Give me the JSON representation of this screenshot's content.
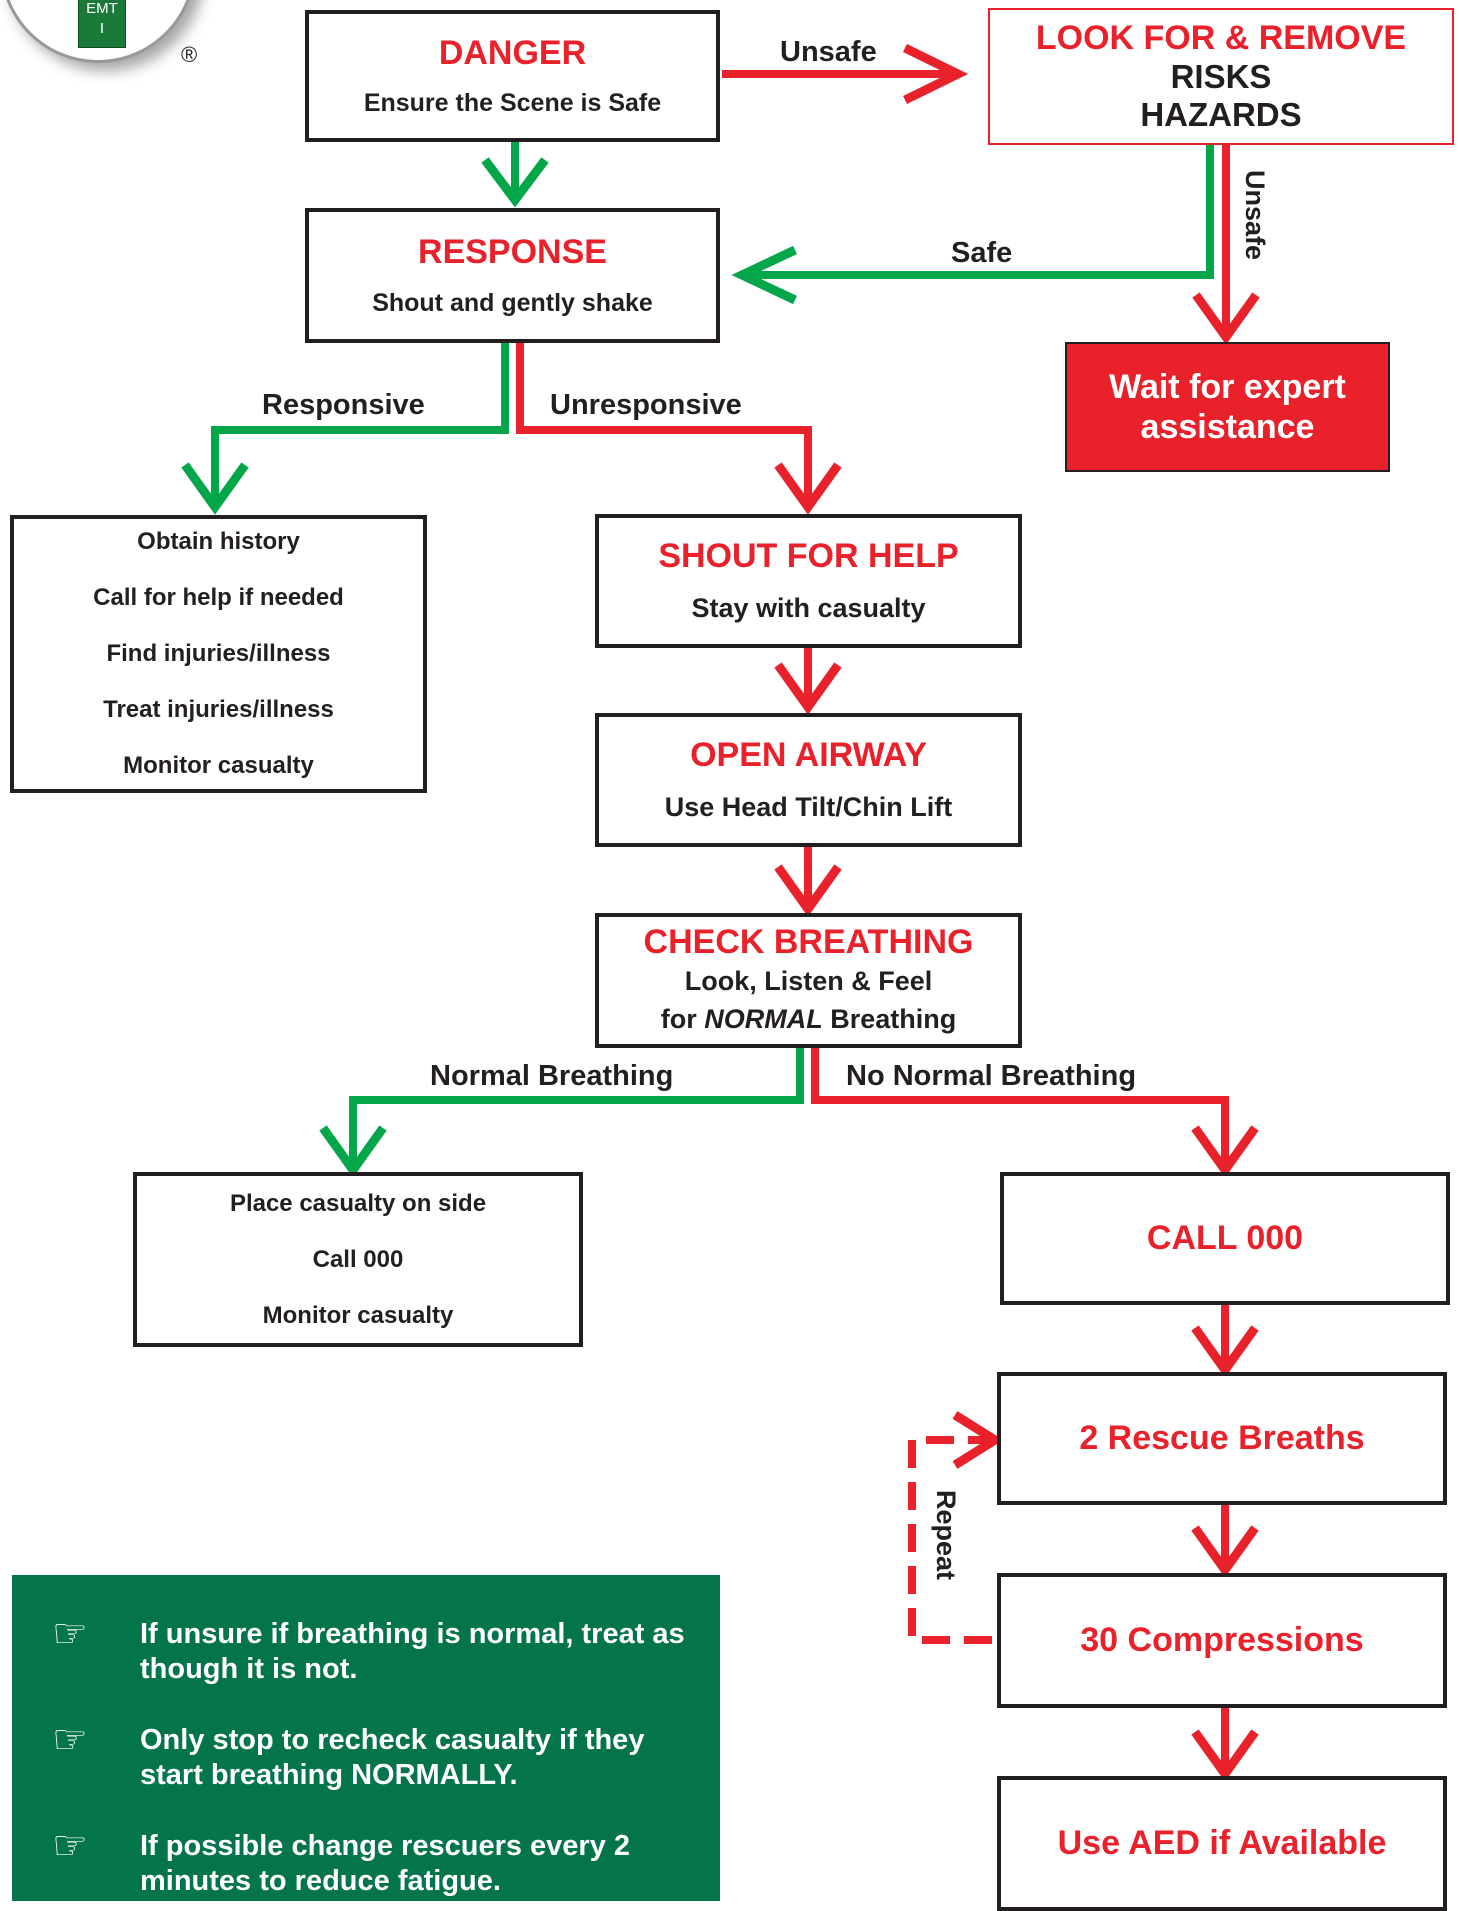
{
  "logo": {
    "text": "EMT\nI",
    "registered": "®"
  },
  "nodes": {
    "danger": {
      "title": "DANGER",
      "sub": "Ensure the Scene is Safe"
    },
    "remove": {
      "title": "LOOK FOR & REMOVE",
      "line1": "RISKS",
      "line2": "HAZARDS"
    },
    "response": {
      "title": "RESPONSE",
      "sub": "Shout and gently shake"
    },
    "wait": {
      "title": "Wait for expert assistance"
    },
    "responsive_actions": [
      "Obtain history",
      "Call for help if needed",
      "Find injuries/illness",
      "Treat injuries/illness",
      "Monitor casualty"
    ],
    "shout": {
      "title": "SHOUT FOR HELP",
      "sub": "Stay with casualty"
    },
    "airway": {
      "title": "OPEN AIRWAY",
      "sub": "Use Head Tilt/Chin Lift"
    },
    "breathing": {
      "title": "CHECK BREATHING",
      "line1": "Look, Listen & Feel",
      "line2_pre": "for ",
      "line2_em": "NORMAL",
      "line2_post": " Breathing"
    },
    "normal_actions": [
      "Place casualty on side",
      "Call 000",
      "Monitor casualty"
    ],
    "call": {
      "title": "CALL 000"
    },
    "breaths": {
      "title": "2 Rescue Breaths"
    },
    "compressions": {
      "title": "30 Compressions"
    },
    "aed": {
      "title": "Use AED if Available"
    }
  },
  "edges": {
    "unsafe_top": "Unsafe",
    "unsafe_side": "Unsafe",
    "safe": "Safe",
    "responsive": "Responsive",
    "unresponsive": "Unresponsive",
    "normal_breathing": "Normal Breathing",
    "no_normal_breathing": "No Normal Breathing",
    "repeat": "Repeat"
  },
  "notes": [
    {
      "icon": "pointing-hand-icon",
      "text": "If unsure if breathing is normal, treat as though it is not."
    },
    {
      "icon": "pointing-hand-icon",
      "text": "Only stop to recheck casualty if they start breathing NORMALLY."
    },
    {
      "icon": "pointing-hand-icon",
      "text": "If possible change rescuers every 2 minutes to reduce fatigue."
    }
  ],
  "colors": {
    "green": "#04a64a",
    "red": "#e8212b",
    "note_bg": "#04744a",
    "border": "#231f20"
  }
}
